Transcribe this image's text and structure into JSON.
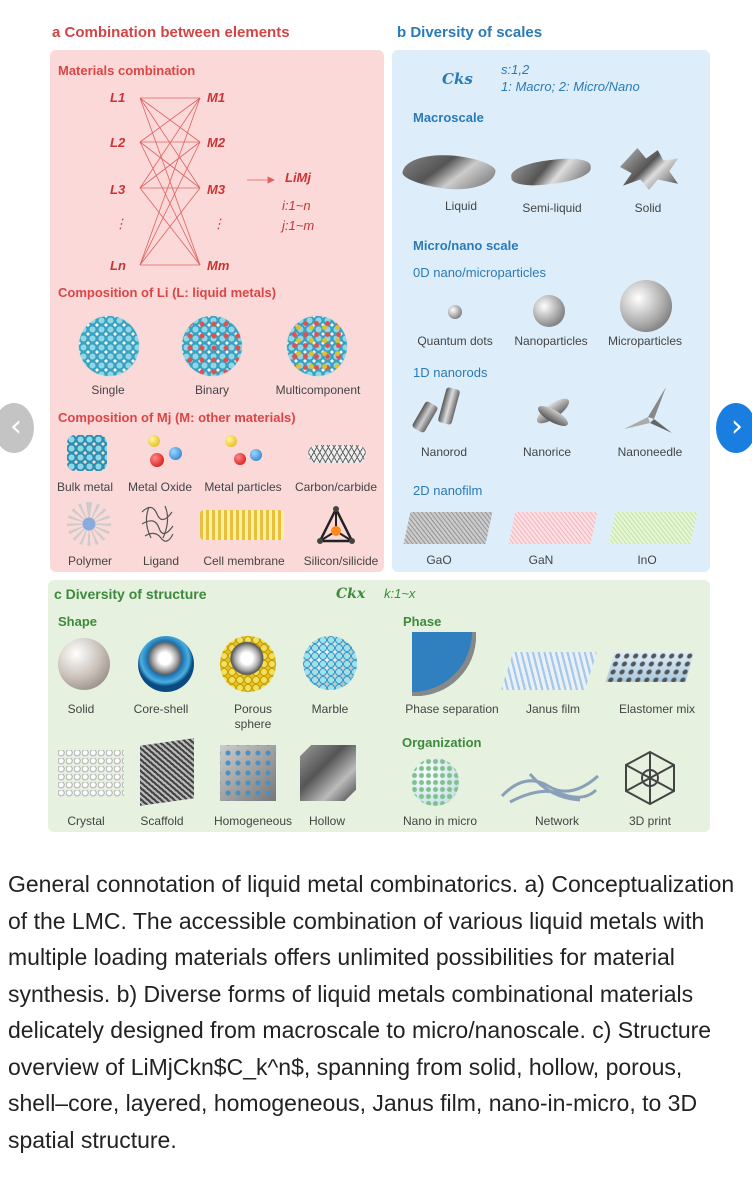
{
  "panel_a": {
    "title": "a Combination between elements",
    "materials_combination": "Materials combination",
    "L_labels": [
      "L1",
      "L2",
      "L3",
      "⋮",
      "Ln"
    ],
    "M_labels": [
      "M1",
      "M2",
      "M3",
      "⋮",
      "Mm"
    ],
    "result": "LiMj",
    "i_range": "i:1~n",
    "j_range": "j:1~m",
    "composition_L": "Composition of Li (L: liquid metals)",
    "L_types": [
      "Single",
      "Binary",
      "Multicomponent"
    ],
    "composition_M": "Composition of Mj (M: other materials)",
    "M_types_row1": [
      "Bulk metal",
      "Metal Oxide",
      "Metal particles",
      "Carbon/carbide"
    ],
    "M_types_row2": [
      "Polymer",
      "Ligand",
      "Cell membrane",
      "Silicon/silicide"
    ]
  },
  "panel_b": {
    "title": "b Diversity of scales",
    "symbol": "Cks",
    "s_range": "s:1,2",
    "s_meaning": "1: Macro; 2: Micro/Nano",
    "macroscale": "Macroscale",
    "macro_items": [
      "Liquid",
      "Semi-liquid",
      "Solid"
    ],
    "micro_nano": "Micro/nano scale",
    "zero_d": "0D nano/microparticles",
    "zero_d_items": [
      "Quantum dots",
      "Nanoparticles",
      "Microparticles"
    ],
    "one_d": "1D nanorods",
    "one_d_items": [
      "Nanorod",
      "Nanorice",
      "Nanoneedle"
    ],
    "two_d": "2D nanofilm",
    "two_d_items": [
      "GaO",
      "GaN",
      "InO"
    ]
  },
  "panel_c": {
    "title": "c Diversity of structure",
    "symbol": "Ckx",
    "k_range": "k:1~x",
    "shape": "Shape",
    "shape_row1": [
      "Solid",
      "Core-shell",
      "Porous sphere",
      "Marble"
    ],
    "shape_row2": [
      "Crystal",
      "Scaffold",
      "Homogeneous",
      "Hollow"
    ],
    "phase": "Phase",
    "phase_items": [
      "Phase separation",
      "Janus film",
      "Elastomer mix"
    ],
    "organization": "Organization",
    "org_items": [
      "Nano in micro",
      "Network",
      "3D print"
    ]
  },
  "nav": {
    "prev": "‹",
    "next": "›"
  },
  "caption": "General connotation of liquid metal combinatorics. a) Conceptualization of the LMC. The accessible combination of various liquid metals with multiple loading materials offers unlimited possibilities for material synthesis. b) Diverse forms of liquid metals combinational materials delicately designed from macroscale to micro/nanoscale. c) Structure overview of LiMjCkn$C_k^n$, spanning from solid, hollow, porous, shell–core, layered, homogeneous, Janus film, nano-in-micro, to 3D spatial structure.",
  "colors": {
    "panel_a_bg": "#fbd9d9",
    "panel_b_bg": "#ddeefa",
    "panel_c_bg": "#e6f1df",
    "accent_red": "#d44444",
    "accent_blue": "#2a7ab8",
    "accent_green": "#3d8a3d"
  }
}
